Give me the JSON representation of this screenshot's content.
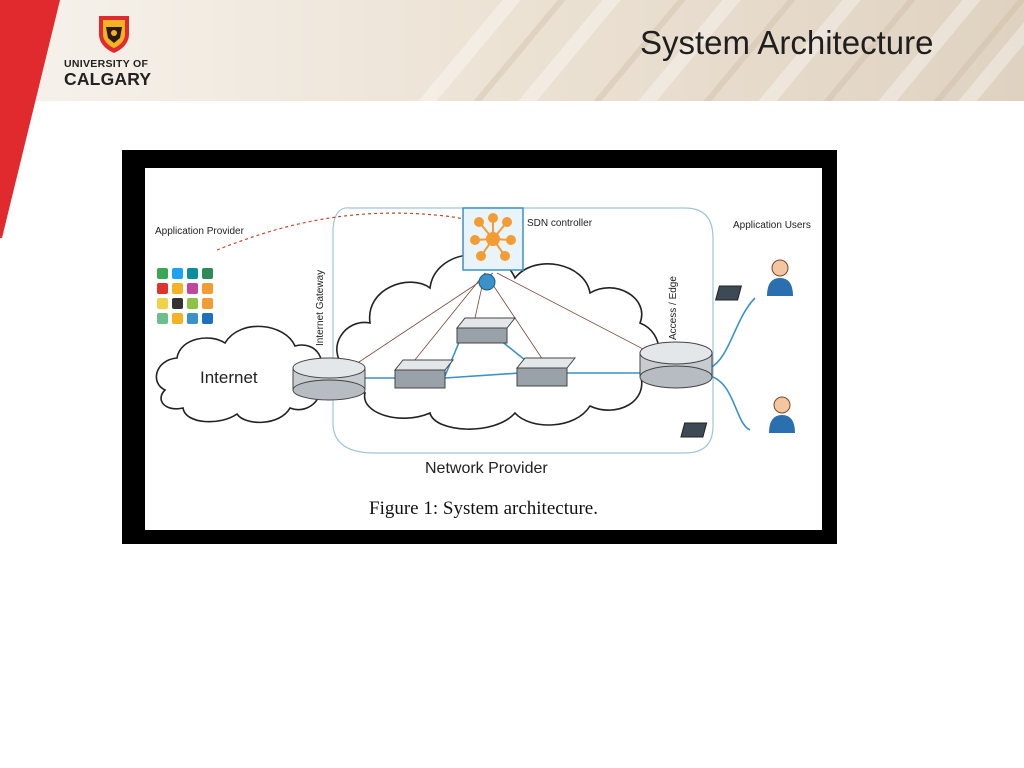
{
  "logo": {
    "line1": "UNIVERSITY OF",
    "line2": "CALGARY"
  },
  "slide": {
    "title": "System Architecture"
  },
  "figure": {
    "labels": {
      "application_provider": "Application Provider",
      "sdn_controller": "SDN controller",
      "application_users": "Application Users",
      "internet": "Internet",
      "internet_gateway": "Internet Gateway",
      "access_edge": "Access / Edge",
      "network_provider": "Network Provider"
    },
    "caption": "Figure 1: System architecture."
  },
  "colors": {
    "accent_red": "#e02a2e",
    "brand_gold": "#f4b324",
    "link_blue": "#3a92c8",
    "controller_orange": "#f39c34",
    "dashed_red": "#c04a2c"
  }
}
